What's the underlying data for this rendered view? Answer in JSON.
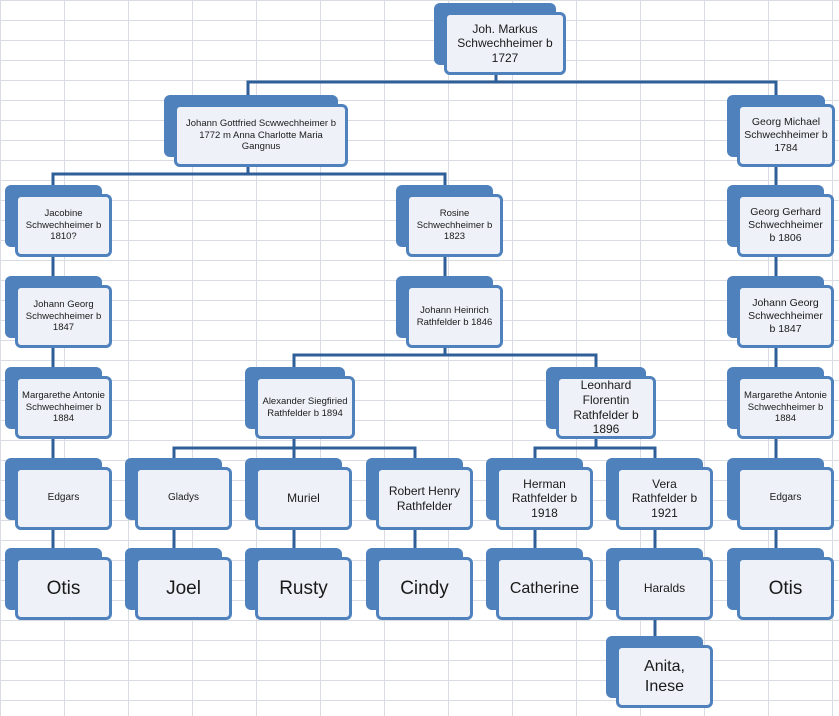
{
  "colors": {
    "box_fill": "#eef2f8",
    "box_border": "#4f81bd",
    "box_shadow": "#4f81bd",
    "connector": "#2f5f98"
  },
  "tree": {
    "root": "Joh. Markus Schwechheimer b 1727",
    "johann_gottfried": "Johann Gottfried Scwwechheimer b 1772 m Anna Charlotte Maria Gangnus",
    "georg_michael": "Georg Michael Schwechheimer b 1784",
    "jacobine": "Jacobine Schwechheimer b 1810?",
    "rosine": "Rosine Schwechheimer b 1823",
    "georg_gerhard": "Georg Gerhard Schwechheimer b 1806",
    "johann_georg_left": "Johann Georg Schwechheimer b 1847",
    "johann_heinrich": "Johann Heinrich Rathfelder b 1846",
    "johann_georg_right": "Johann Georg Schwechheimer b 1847",
    "margarethe_left": "Margarethe Antonie Schwechheimer b 1884",
    "alexander": "Alexander Siegfiried Rathfelder b 1894",
    "leonhard": "Leonhard Florentin Rathfelder b 1896",
    "margarethe_right": "Margarethe Antonie Schwechheimer b 1884",
    "edgars_left": "Edgars",
    "gladys": "Gladys",
    "muriel": "Muriel",
    "robert": "Robert Henry Rathfelder",
    "herman": "Herman Rathfelder b 1918",
    "vera": "Vera Rathfelder b 1921",
    "edgars_right": "Edgars",
    "otis_left": "Otis",
    "joel": "Joel",
    "rusty": "Rusty",
    "cindy": "Cindy",
    "catherine": "Catherine",
    "haralds": "Haralds",
    "otis_right": "Otis",
    "anita_inese": "Anita, Inese"
  }
}
